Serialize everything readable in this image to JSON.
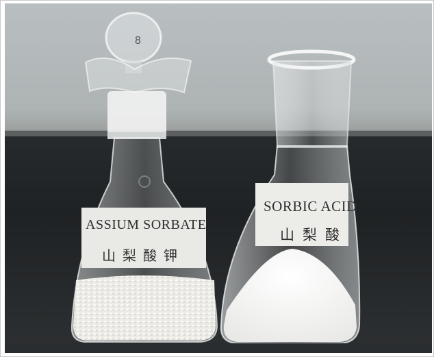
{
  "image": {
    "left_flask": {
      "label_en": "ASSIUM SORBATE",
      "label_cn": "山梨酸钾",
      "stopper_number": "8"
    },
    "right_flask": {
      "label_en": "SORBIC ACID",
      "label_cn": "山梨酸"
    },
    "colors": {
      "background_wall": "#b1b6b7",
      "tabletop": "#222527",
      "label": "#e9e9e6",
      "powder": "#f4f4f2"
    }
  }
}
